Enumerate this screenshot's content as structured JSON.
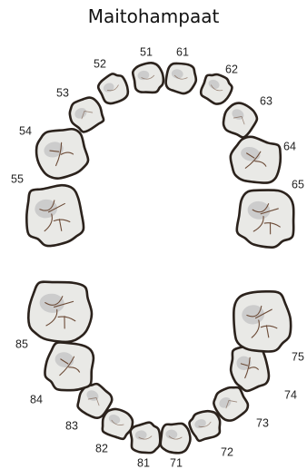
{
  "title": "Maitohampaat",
  "colors": {
    "outline": "#2b221c",
    "enamel": "#e9e9e6",
    "shadow": "#a9a9ae",
    "fissure": "#6b4a36",
    "text": "#222222"
  },
  "teeth": [
    {
      "id": "51",
      "label": "51"
    },
    {
      "id": "52",
      "label": "52"
    },
    {
      "id": "53",
      "label": "53"
    },
    {
      "id": "54",
      "label": "54"
    },
    {
      "id": "55",
      "label": "55"
    },
    {
      "id": "61",
      "label": "61"
    },
    {
      "id": "62",
      "label": "62"
    },
    {
      "id": "63",
      "label": "63"
    },
    {
      "id": "64",
      "label": "64"
    },
    {
      "id": "65",
      "label": "65"
    },
    {
      "id": "71",
      "label": "71"
    },
    {
      "id": "72",
      "label": "72"
    },
    {
      "id": "73",
      "label": "73"
    },
    {
      "id": "74",
      "label": "74"
    },
    {
      "id": "75",
      "label": "75"
    },
    {
      "id": "81",
      "label": "81"
    },
    {
      "id": "82",
      "label": "82"
    },
    {
      "id": "83",
      "label": "83"
    },
    {
      "id": "84",
      "label": "84"
    },
    {
      "id": "85",
      "label": "85"
    }
  ]
}
